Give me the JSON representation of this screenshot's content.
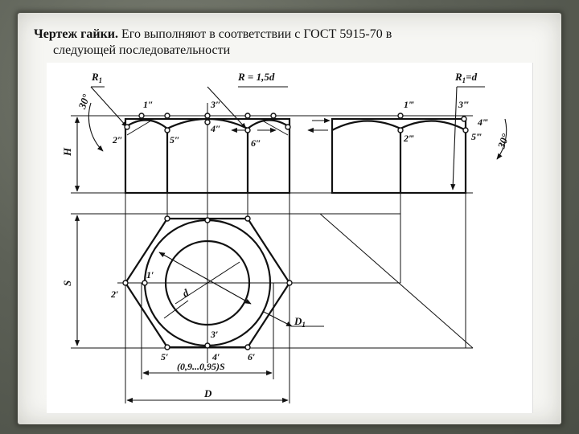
{
  "title": {
    "bold": "Чертеж гайки.",
    "rest": " Его выполняют в соответствии с ГОСТ 5915-70 в",
    "line2": "следующей последовательности"
  },
  "labels": {
    "R1_left": "R",
    "R1_left_sub": "1",
    "R_center": "R = 1,5d",
    "R1_right": "R",
    "R1_right_sub": "1",
    "R1_right_eq": "=d",
    "angle_left": "30°",
    "angle_right": "30°",
    "H": "H",
    "S": "S",
    "d": "d",
    "D1": "D",
    "D1_sub": "1",
    "dim_s": "(0,9...0,95)S",
    "D": "D",
    "p1a": "1″",
    "p3a": "3″",
    "p4a": "4″",
    "p2a": "2″",
    "p5a": "5″",
    "p6a": "6″",
    "p1b": "1‴",
    "p3b": "3‴",
    "p4b": "4‴",
    "p2b": "2‴",
    "p5b": "5‴",
    "p1c": "1′",
    "p2c": "2′",
    "p3c": "3′",
    "p4c": "4′",
    "p5c": "5′",
    "p6c": "6′"
  }
}
